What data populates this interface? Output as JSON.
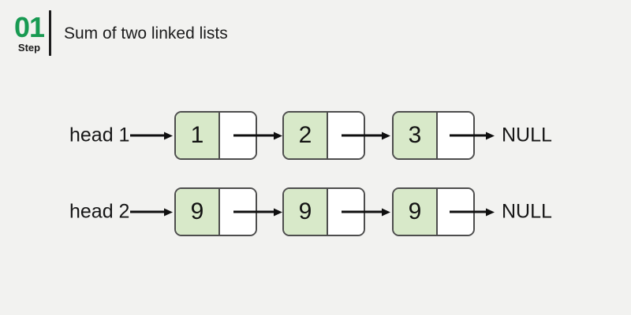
{
  "header": {
    "step_number": "01",
    "step_label": "Step",
    "title": "Sum of two linked lists"
  },
  "colors": {
    "background": "#f2f2f0",
    "accent_green": "#189a52",
    "node_fill_green": "#d8e9c9",
    "node_pointer_white": "#ffffff",
    "node_border": "#4d4d4d",
    "arrow_black": "#0f0f0f",
    "text_dark": "#1a1a1a"
  },
  "diagram": {
    "type": "linked-list",
    "lists": [
      {
        "head_label": "head 1",
        "node_values": [
          "1",
          "2",
          "3"
        ],
        "terminator": "NULL"
      },
      {
        "head_label": "head 2",
        "node_values": [
          "9",
          "9",
          "9"
        ],
        "terminator": "NULL"
      }
    ]
  }
}
